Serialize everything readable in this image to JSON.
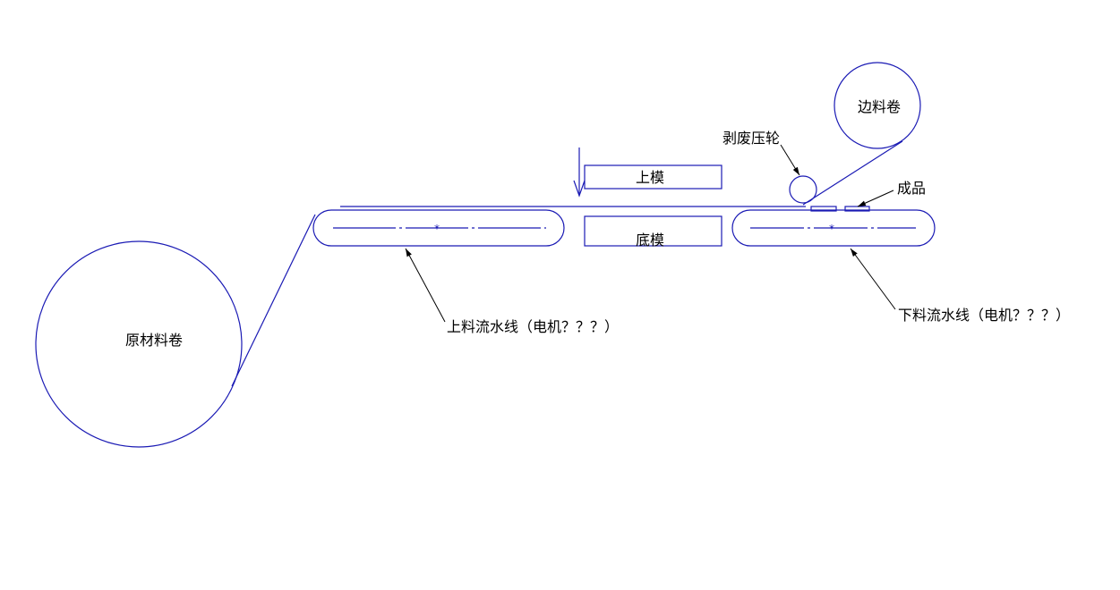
{
  "labels": {
    "raw_roll": "原材料卷",
    "upper_die": "上模",
    "bottom_die": "底模",
    "infeed_conveyor": "上料流水线（电机？？？）",
    "outfeed_conveyor": "下料流水线（电机？？？）",
    "stripping_roller": "剥废压轮",
    "scrap_roll": "边料卷",
    "finished_product": "成品"
  },
  "colors": {
    "line": "#1a1ab4",
    "text": "#000000",
    "background": "#ffffff"
  }
}
